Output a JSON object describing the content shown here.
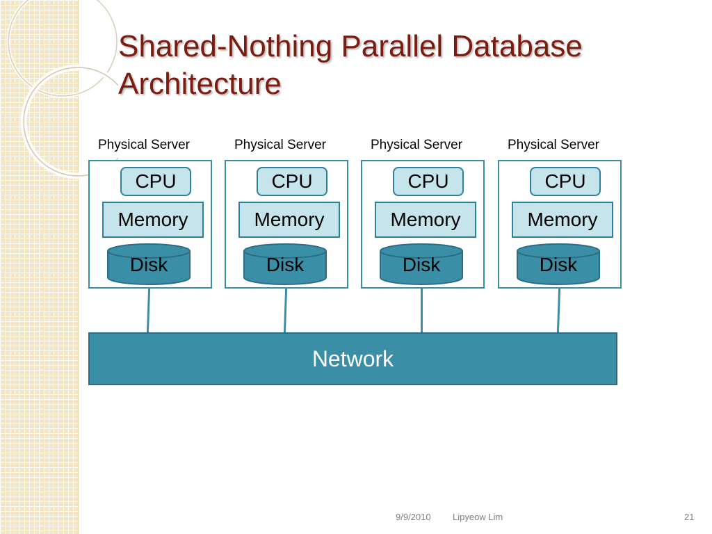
{
  "slide": {
    "title_lines": [
      "Shared-Nothing Parallel Database",
      "Architecture"
    ],
    "servers": [
      {
        "label": "Physical Server",
        "cpu": "CPU",
        "memory": "Memory",
        "disk": "Disk"
      },
      {
        "label": "Physical Server",
        "cpu": "CPU",
        "memory": "Memory",
        "disk": "Disk"
      },
      {
        "label": "Physical Server",
        "cpu": "CPU",
        "memory": "Memory",
        "disk": "Disk"
      },
      {
        "label": "Physical Server",
        "cpu": "CPU",
        "memory": "Memory",
        "disk": "Disk"
      }
    ],
    "network_label": "Network",
    "footer": {
      "date": "9/9/2010",
      "author": "Lipyeow Lim",
      "page_number": "21"
    }
  },
  "colors": {
    "title": "#7a1c10",
    "box_fill": "#c6e4ec",
    "box_border": "#2e7f98",
    "disk_fill": "#3a8fa6",
    "network_fill": "#3a8fa6",
    "side_strip": "#f3e6c4"
  }
}
